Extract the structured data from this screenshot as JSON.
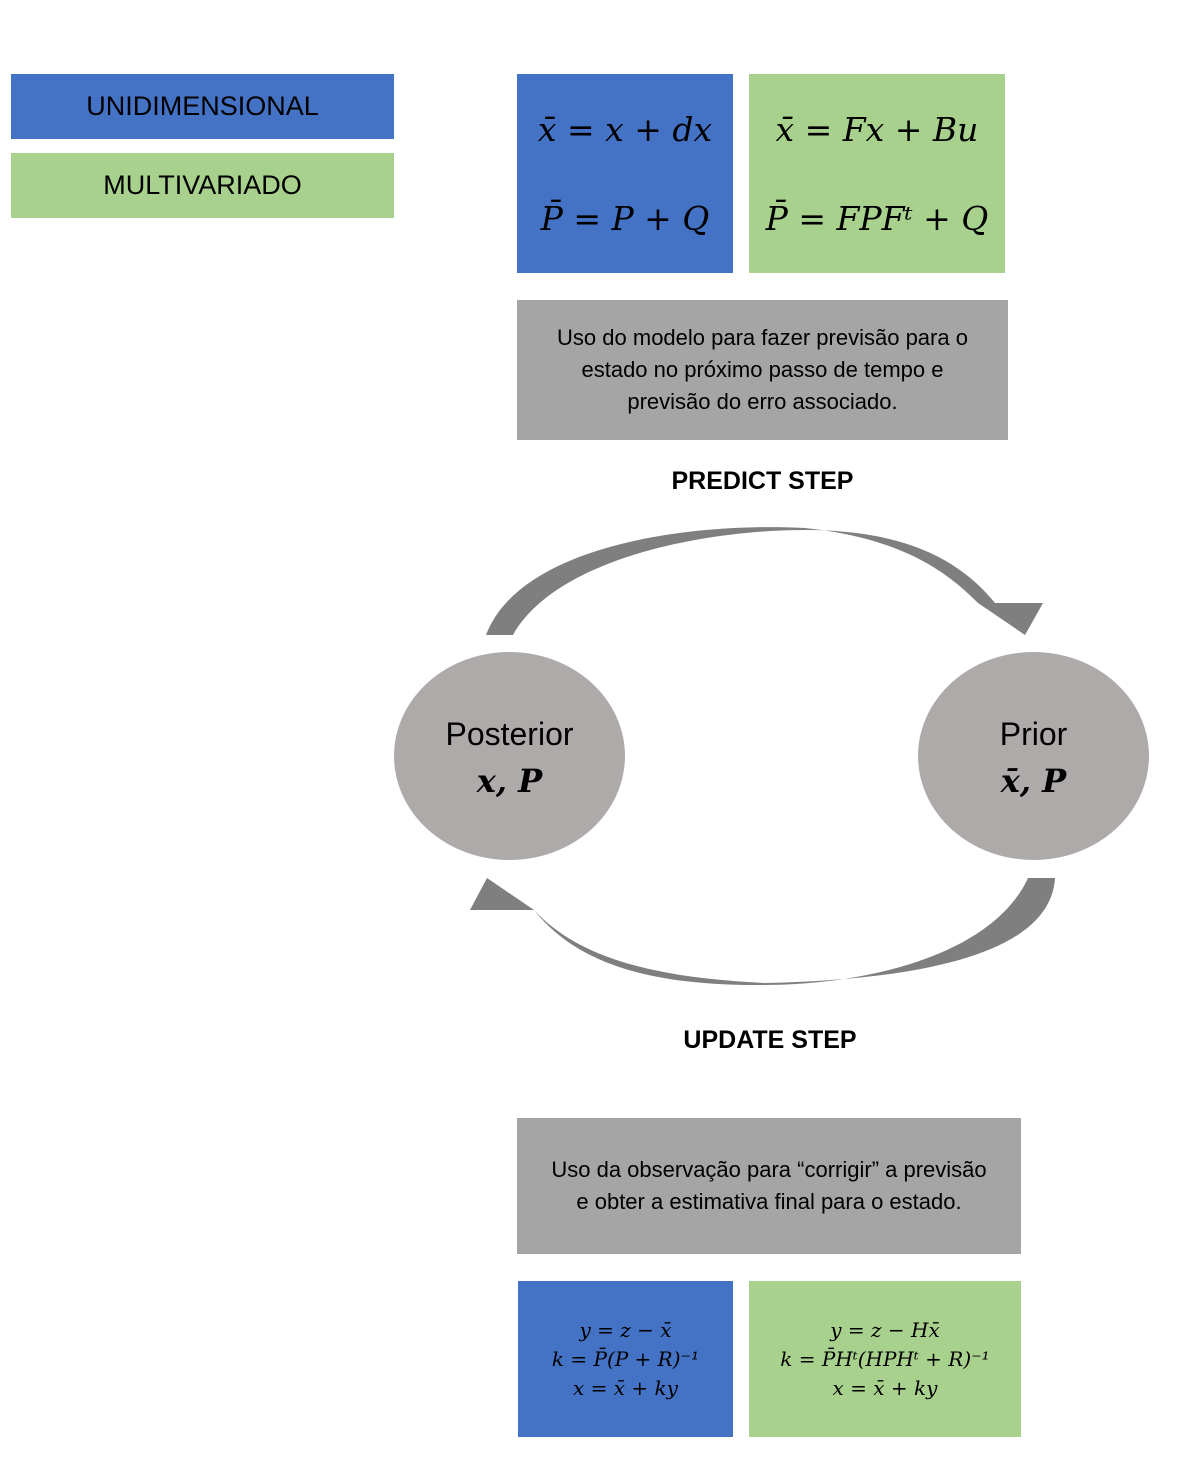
{
  "legend": {
    "uni": "UNIDIMENSIONAL",
    "multi": "MULTIVARIADO"
  },
  "predict": {
    "uni_eq1": "x̄ = x + dx",
    "uni_eq2": "P̄ = P + Q",
    "multi_eq1": "x̄ = Fx + Bu",
    "multi_eq2": "P̄ = FPFᵗ + Q",
    "note": "Uso do modelo para fazer previsão para o\nestado no próximo passo de tempo e\nprevisão do erro associado.",
    "label": "PREDICT STEP"
  },
  "cycle": {
    "posterior_label": "Posterior",
    "posterior_vars": "x, P",
    "prior_label": "Prior",
    "prior_vars": "x̄, P"
  },
  "update": {
    "label": "UPDATE STEP",
    "note": "Uso da observação para “corrigir” a previsão\ne obter a estimativa final para o estado.",
    "uni_eqs": [
      "y = z − x̄",
      "k = P̄(P + R)⁻¹",
      "x = x̄ + ky"
    ],
    "multi_eqs": [
      "y = z − Hx̄",
      "k = P̄Hᵗ(HPHᵗ + R)⁻¹",
      "x = x̄ + ky"
    ]
  },
  "colors": {
    "unidimensional": "#4472c4",
    "multivariado": "#a9d18e",
    "note_box": "#a5a5a5",
    "node": "#aeaaaa",
    "arrow": "#7f7f7f"
  }
}
